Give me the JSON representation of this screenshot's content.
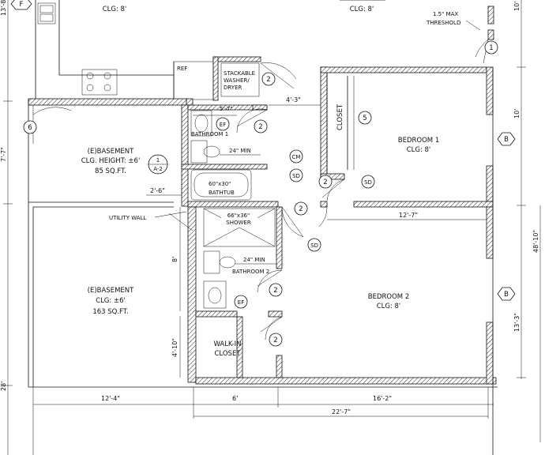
{
  "rooms": {
    "top_left_clg": "CLG: 8'",
    "top_right_clg": "CLG: 8'",
    "basement1_name": "(E)BASEMENT",
    "basement1_clg": "CLG. HEIGHT: ±6'",
    "basement1_area": "85 SQ.FT.",
    "basement2_name": "(E)BASEMENT",
    "basement2_clg": "CLG: ±6'",
    "basement2_area": "163 SQ.FT.",
    "bedroom1_name": "BEDROOM 1",
    "bedroom1_clg": "CLG: 8'",
    "bedroom2_name": "BEDROOM 2",
    "bedroom2_clg": "CLG: 8'",
    "bathroom1": "BATHROOM 1",
    "bathroom2": "BATHROOM 2",
    "walkin1": "WALK-IN",
    "walkin2": "CLOSET",
    "closet": "CLOSET"
  },
  "fixtures": {
    "ref": "REF",
    "stack1": "STACKABLE",
    "stack2": "WASHER/",
    "stack3": "DRYER",
    "bathtub_size": "60\"x30\"",
    "bathtub": "BATHTUB",
    "shower_size": "66\"x36\"",
    "shower": "SHOWER"
  },
  "notes": {
    "threshold1": "1.5\" MAX",
    "threshold2": "THRESHOLD",
    "utility_wall": "UTILITY WALL",
    "min24a": "24\" MIN",
    "min24b": "24\" MIN"
  },
  "dimensions": {
    "d_4_3": "4'-3\"",
    "d_5_7": "5'-7\"",
    "d_2_6": "2'-6\"",
    "d_12_7": "12'-7\"",
    "d_8": "8'",
    "d_4_10": "4'-10\"",
    "d_12_4": "12'-4\"",
    "d_6": "6'",
    "d_16_2": "16'-2\"",
    "d_22_7": "22'-7\"",
    "d_48_10": "48'-10\"",
    "d_13_3": "13'-3\"",
    "d_10": "10'",
    "d_10b": "10'",
    "d_7_7": "7'-7\"",
    "d_13_8": "13'-8\"",
    "d_28": "28'"
  },
  "tags": {
    "door2": "2",
    "door1": "1",
    "door5": "5",
    "door6": "6",
    "detail_num": "1",
    "detail_sheet": "A-2",
    "grid_b": "B",
    "grid_f": "F",
    "ef": "EF",
    "cm": "CM",
    "sd": "SD"
  }
}
